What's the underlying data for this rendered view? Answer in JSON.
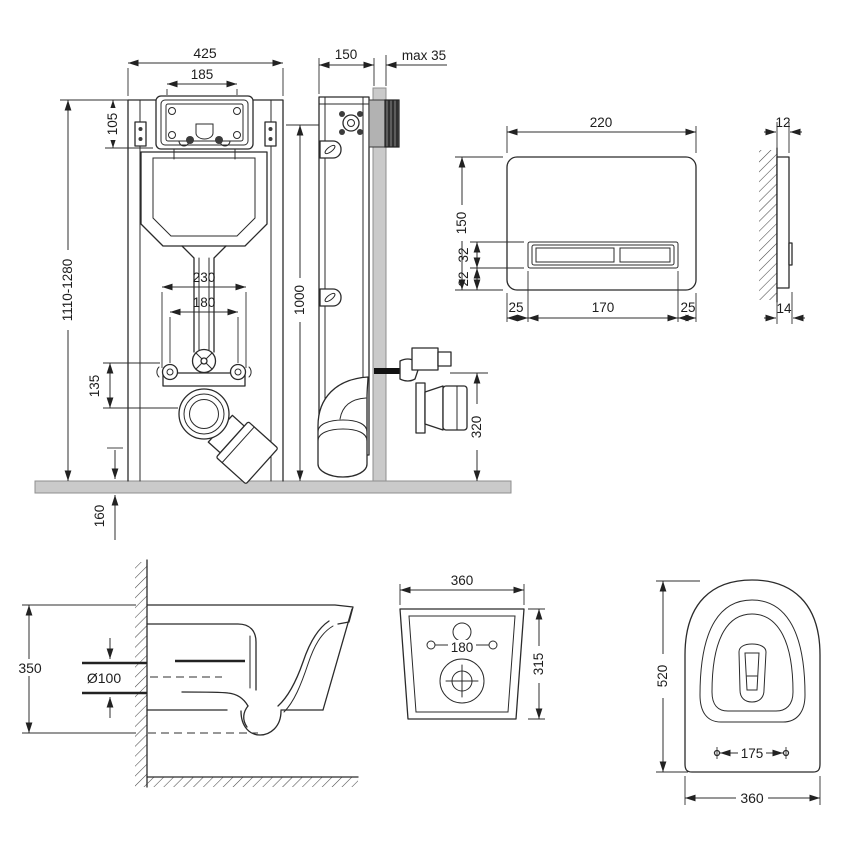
{
  "drawing": {
    "frame_front": {
      "width": "425",
      "opening_width": "185",
      "opening_height": "105",
      "height_range": "1110-1280",
      "pipe_span": "230",
      "pipe_width": "180",
      "drain_drop": "135",
      "floor_offset": "160"
    },
    "frame_side": {
      "depth": "150",
      "wall_thickness": "max 35",
      "height": "1000",
      "drain_height": "320"
    },
    "plate_front": {
      "width": "220",
      "height": "150",
      "buttons_height": "32",
      "buttons_bottom": "22",
      "margin_left": "25",
      "buttons_width": "170",
      "margin_right": "25"
    },
    "plate_side": {
      "thickness": "12",
      "total_thickness": "14"
    },
    "bowl_side": {
      "height": "350",
      "drain_diameter": "Ø100"
    },
    "bowl_back": {
      "width": "360",
      "bolt_spacing": "180",
      "height": "315"
    },
    "bowl_top": {
      "depth": "520",
      "seat_bolt_spacing": "175",
      "width": "360"
    }
  },
  "colors": {
    "line": "#2b2b2b",
    "dimension": "#2f2f2f",
    "wall_fill": "#cacaca",
    "hatch": "#4a4a4a",
    "background": "#ffffff"
  }
}
